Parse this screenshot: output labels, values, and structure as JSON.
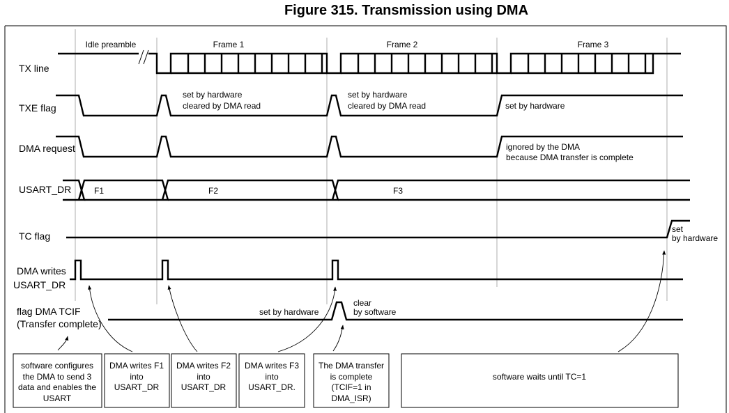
{
  "title": "Figure 315. Transmission using DMA",
  "signals": {
    "tx_line": "TX line",
    "txe_flag": "TXE flag",
    "dma_request": "DMA request",
    "usart_dr": "USART_DR",
    "tc_flag": "TC flag",
    "dma_writes_1": "DMA writes",
    "dma_writes_2": "USART_DR",
    "tcif_1": "flag DMA TCIF",
    "tcif_2": "(Transfer complete)"
  },
  "phases": {
    "idle": "Idle preamble",
    "frame1": "Frame 1",
    "frame2": "Frame 2",
    "frame3": "Frame 3"
  },
  "annotations": {
    "txe_set_hw_1": "set by hardware",
    "txe_cleared_1": "cleared by DMA read",
    "txe_set_hw_2": "set by hardware",
    "txe_cleared_2": "cleared by DMA read",
    "txe_set_hw_3": "set by hardware",
    "dma_ignored_1": "ignored by the DMA",
    "dma_ignored_2": "because DMA transfer is complete",
    "tc_set_1": "set",
    "tc_set_2": "by hardware",
    "tcif_set_hw": "set by hardware",
    "tcif_clear_1": "clear",
    "tcif_clear_2": "by software"
  },
  "data_labels": {
    "f1": "F1",
    "f2": "F2",
    "f3": "F3"
  },
  "boxes": {
    "b1": [
      "software configures",
      "the DMA to send 3",
      "data and enables the",
      "USART"
    ],
    "b2": [
      "DMA writes F1",
      "into",
      "USART_DR"
    ],
    "b3": [
      "DMA writes F2",
      "into",
      "USART_DR"
    ],
    "b4": [
      "DMA writes F3",
      "into",
      "USART_DR."
    ],
    "b5": [
      "The DMA transfer",
      "is complete",
      "(TCIF=1 in",
      "DMA_ISR)"
    ],
    "b6": [
      "software waits until TC=1"
    ]
  }
}
